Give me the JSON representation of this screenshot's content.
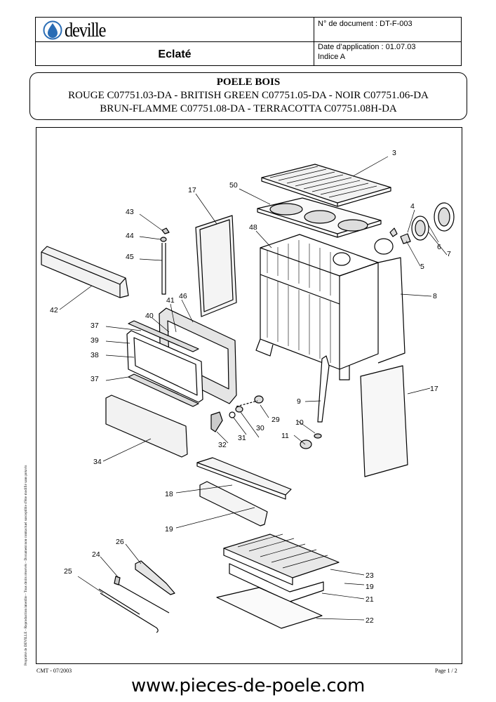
{
  "header": {
    "brand": "deville",
    "doc_title": "Eclaté",
    "document_number": "N° de document : DT-F-003",
    "application_date": "Date d’application : 01.07.03",
    "index": "Indice A"
  },
  "title": {
    "line1": "POELE BOIS",
    "line2": "ROUGE C07751.03-DA - BRITISH GREEN C07751.05-DA - NOIR C07751.06-DA",
    "line3": "BRUN-FLAMME C07751.08-DA - TERRACOTTA C07751.08H-DA"
  },
  "callouts": [
    "3",
    "50",
    "17",
    "43",
    "44",
    "45",
    "48",
    "4",
    "7",
    "6",
    "5",
    "8",
    "42",
    "41",
    "46",
    "40",
    "37",
    "39",
    "38",
    "37",
    "9",
    "29",
    "30",
    "31",
    "32",
    "10",
    "11",
    "17",
    "34",
    "18",
    "19",
    "26",
    "24",
    "25",
    "23",
    "19",
    "21",
    "22"
  ],
  "footer": {
    "side_note": "Propriété de DEVILLE - Reproduction interdite - Tous droits réservés - Document non contractuel susceptible d'être modifié sans préavis",
    "left": "CMT - 07/2003",
    "right": "Page 1 / 2",
    "website": "www.pieces-de-poele.com"
  },
  "colors": {
    "logo_blue": "#2a6db5",
    "ink": "#000000"
  }
}
